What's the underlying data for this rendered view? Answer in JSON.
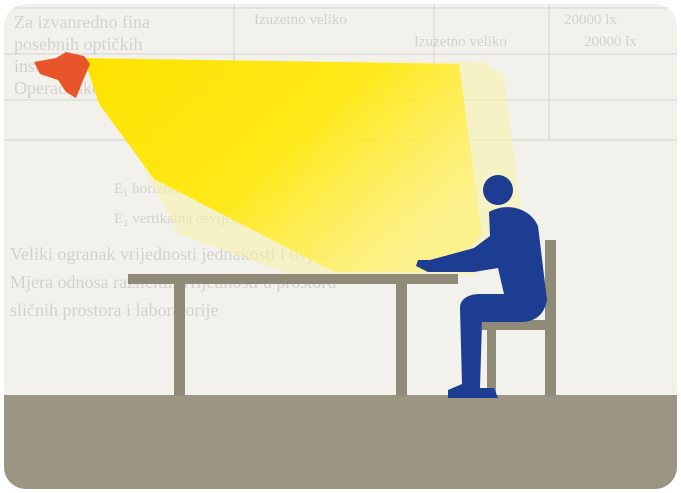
{
  "colors": {
    "background": "#f2f1ec",
    "floor": "#9a9683",
    "furniture": "#8f8b78",
    "person": "#1c3d91",
    "lamp": "#e8552a",
    "light_beam": "#ffe600",
    "light_glow": "#f6f1a0"
  },
  "bleed_through_text": {
    "line_1": "20000 lx",
    "line_2": "Izuzetno veliko",
    "line_3": "Izuzetno veliko",
    "line_4": "20000 lx",
    "line_5": "Za izvanredno fina",
    "line_6": "posebnih optičkih",
    "line_7": "instrumenata",
    "line_8": "Operacijske sale",
    "line_9": "E₁ horizontalna osvijetljenost",
    "line_10": "E₂ vertikalna osvijetljenost",
    "line_11": "Veliki ogranak vrijednosti jednakosti i uvjeta",
    "line_12": "Mjera odnosa različitih vrijednosti u prostoru",
    "line_13": "sličnih prostora i laboratorije"
  },
  "scene": {
    "lamp_icon": "ceiling-spotlight",
    "person_icon": "seated-person",
    "table_icon": "work-table",
    "chair_icon": "chair"
  }
}
